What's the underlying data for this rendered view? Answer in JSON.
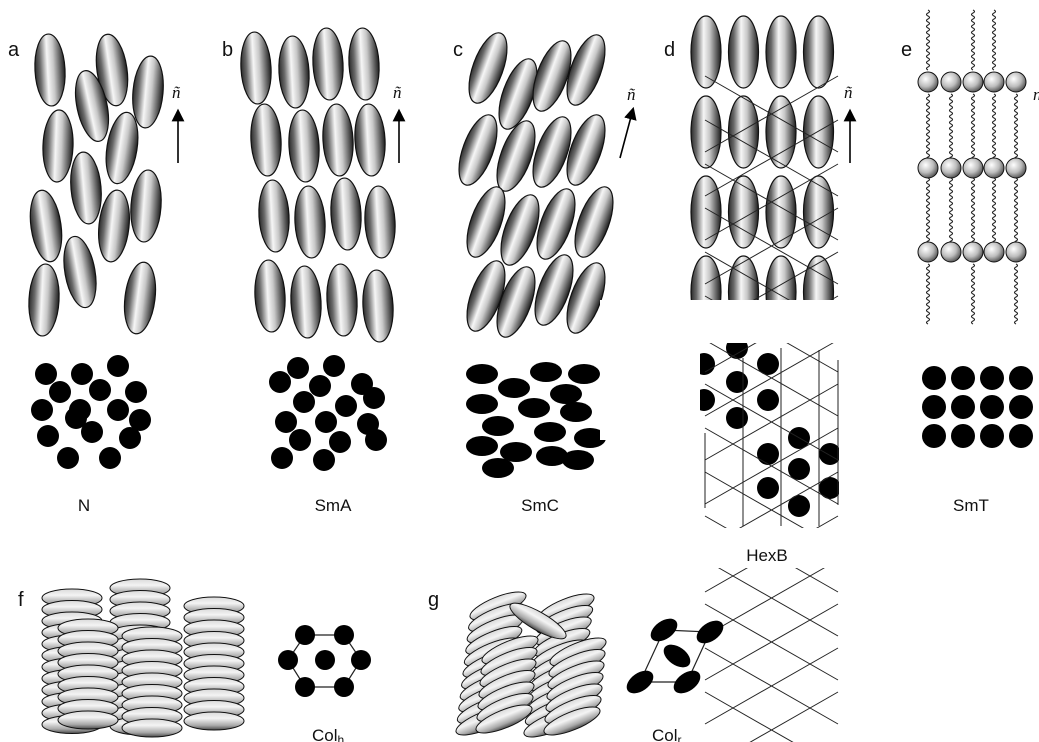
{
  "panels": [
    {
      "letter": "a",
      "name": "N"
    },
    {
      "letter": "b",
      "name": "SmA"
    },
    {
      "letter": "c",
      "name": "SmC"
    },
    {
      "letter": "d",
      "name": "HexB"
    },
    {
      "letter": "e",
      "name": "SmT"
    }
  ],
  "columnar": [
    {
      "letter": "f",
      "name": "Col",
      "sub": "h"
    },
    {
      "letter": "g",
      "name": "Col",
      "sub": "r"
    }
  ],
  "director": "ñ"
}
